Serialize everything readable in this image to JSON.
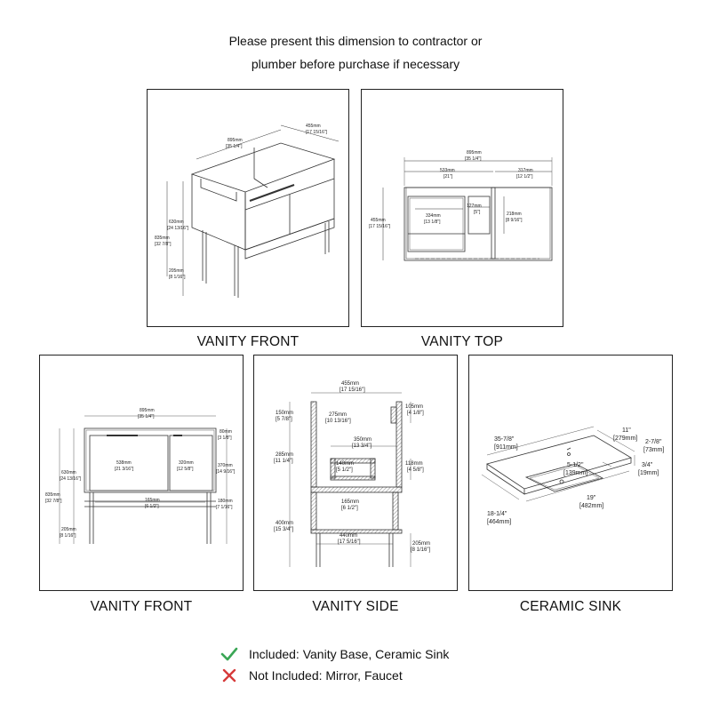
{
  "notice": {
    "line1": "Please present this dimension to contractor or",
    "line2": "plumber before purchase if necessary"
  },
  "panels": {
    "front_iso": {
      "title": "VANITY FRONT",
      "dims": {
        "width": "895mm",
        "width_in": "[35 1/4\"]",
        "depth": "455mm",
        "depth_in": "[17 15/16\"]",
        "height_top": "630mm",
        "height_top_in": "[24 13/16\"]",
        "height_total": "835mm",
        "height_total_in": "[32 7/8\"]",
        "leg": "205mm",
        "leg_in": "[8 1/16\"]"
      }
    },
    "top": {
      "title": "VANITY TOP",
      "dims": {
        "width": "895mm",
        "width_in": "[35 1/4\"]",
        "left": "533mm",
        "left_in": "[21\"]",
        "right": "317mm",
        "right_in": "[12 1/2\"]",
        "depth": "455mm",
        "depth_in": "[17 15/16\"]",
        "drawer": "334mm",
        "drawer_in": "[13 1/8\"]",
        "gap": "127mm",
        "gap_in": "[5\"]",
        "shelf": "218mm",
        "shelf_in": "[8 9/16\"]"
      }
    },
    "front": {
      "title": "VANITY FRONT",
      "dims": {
        "width": "895mm",
        "width_in": "[35 1/4\"]",
        "top_gap": "80mm",
        "top_gap_in": "[3 1/8\"]",
        "drawer": "538mm",
        "drawer_in": "[21 3/16\"]",
        "door": "320mm",
        "door_in": "[12 5/8\"]",
        "door_h": "370mm",
        "door_h_in": "[14 9/16\"]",
        "body_h": "630mm",
        "body_h_in": "[24 13/16\"]",
        "total_h": "835mm",
        "total_h_in": "[32 7/8\"]",
        "open": "165mm",
        "open_in": "[6 1/2\"]",
        "open_h": "180mm",
        "open_h_in": "[7 1/16\"]",
        "leg": "205mm",
        "leg_in": "[8 1/16\"]"
      }
    },
    "side": {
      "title": "VANITY SIDE",
      "dims": {
        "depth": "455mm",
        "depth_in": "[17 15/16\"]",
        "top": "150mm",
        "top_in": "[5 7/8\"]",
        "inner": "275mm",
        "inner_in": "[10 13/16\"]",
        "back": "105mm",
        "back_in": "[4 1/8\"]",
        "drawer": "350mm",
        "drawer_in": "[13 3/4\"]",
        "mid": "285mm",
        "mid_in": "[11 1/4\"]",
        "shelf_d": "140mm",
        "shelf_d_in": "[5 1/2\"]",
        "shelf_h": "118mm",
        "shelf_h_in": "[4 5/8\"]",
        "open": "165mm",
        "open_in": "[6 1/2\"]",
        "bottom": "400mm",
        "bottom_in": "[15 3/4\"]",
        "base": "440mm",
        "base_in": "[17 5/16\"]",
        "leg": "205mm",
        "leg_in": "[8 1/16\"]"
      }
    },
    "sink": {
      "title": "CERAMIC SINK",
      "dims": {
        "length": "35-7/8\"",
        "length_mm": "[911mm]",
        "depth": "11\"",
        "depth_mm": "[279mm]",
        "edge": "2-7/8\"",
        "edge_mm": "[73mm]",
        "thick": "3/4\"",
        "thick_mm": "[19mm]",
        "bowl_d": "5-1/2\"",
        "bowl_d_mm": "[139mm]",
        "bowl_l": "19\"",
        "bowl_l_mm": "[482mm]",
        "width": "18-1/4\"",
        "width_mm": "[464mm]"
      }
    }
  },
  "legend": {
    "included": "Included: Vanity Base, Ceramic Sink",
    "not_included": "Not Included: Mirror, Faucet",
    "check_color": "#3aa655",
    "cross_color": "#d63a3a"
  }
}
